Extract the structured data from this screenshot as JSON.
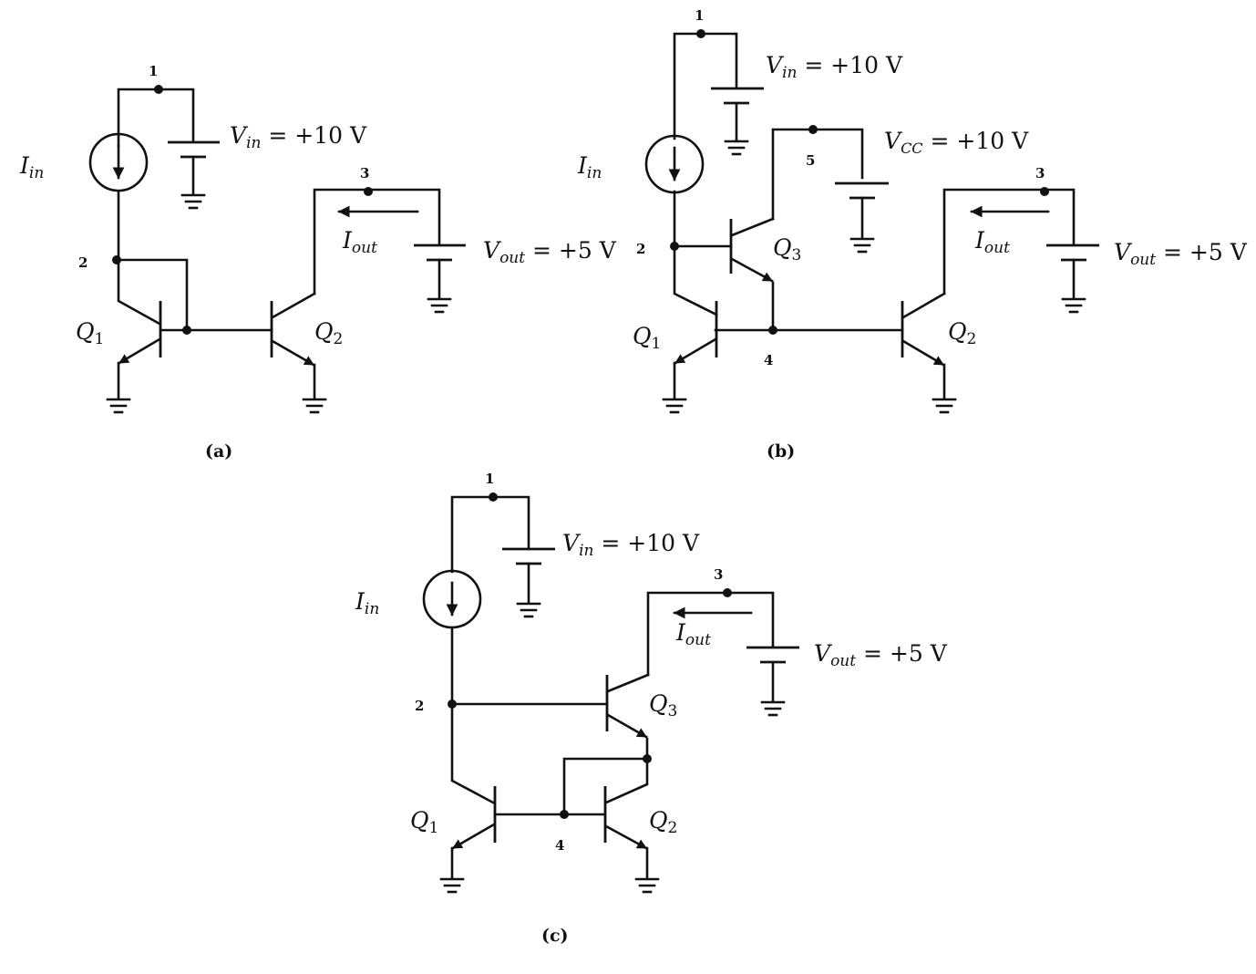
{
  "circuits": [
    {
      "caption": "(a)",
      "nodes": [
        "1",
        "2",
        "3"
      ],
      "source": {
        "sym": "I",
        "sub": "in"
      },
      "vin": {
        "sym": "V",
        "sub": "in",
        "val": " = +10 V"
      },
      "iout": {
        "sym": "I",
        "sub": "out"
      },
      "vout": {
        "sym": "V",
        "sub": "out",
        "val": " = +5 V"
      },
      "transistors": [
        {
          "sym": "Q",
          "sub": "1"
        },
        {
          "sym": "Q",
          "sub": "2"
        }
      ]
    },
    {
      "caption": "(b)",
      "nodes": [
        "1",
        "2",
        "3",
        "4",
        "5"
      ],
      "source": {
        "sym": "I",
        "sub": "in"
      },
      "vin": {
        "sym": "V",
        "sub": "in",
        "val": " = +10 V"
      },
      "vcc": {
        "sym": "V",
        "sub": "CC",
        "val": " = +10 V"
      },
      "iout": {
        "sym": "I",
        "sub": "out"
      },
      "vout": {
        "sym": "V",
        "sub": "out",
        "val": " = +5 V"
      },
      "transistors": [
        {
          "sym": "Q",
          "sub": "1"
        },
        {
          "sym": "Q",
          "sub": "2"
        },
        {
          "sym": "Q",
          "sub": "3"
        }
      ]
    },
    {
      "caption": "(c)",
      "nodes": [
        "1",
        "2",
        "3",
        "4"
      ],
      "source": {
        "sym": "I",
        "sub": "in"
      },
      "vin": {
        "sym": "V",
        "sub": "in",
        "val": " = +10 V"
      },
      "iout": {
        "sym": "I",
        "sub": "out"
      },
      "vout": {
        "sym": "V",
        "sub": "out",
        "val": " = +5 V"
      },
      "transistors": [
        {
          "sym": "Q",
          "sub": "1"
        },
        {
          "sym": "Q",
          "sub": "2"
        },
        {
          "sym": "Q",
          "sub": "3"
        }
      ]
    }
  ]
}
